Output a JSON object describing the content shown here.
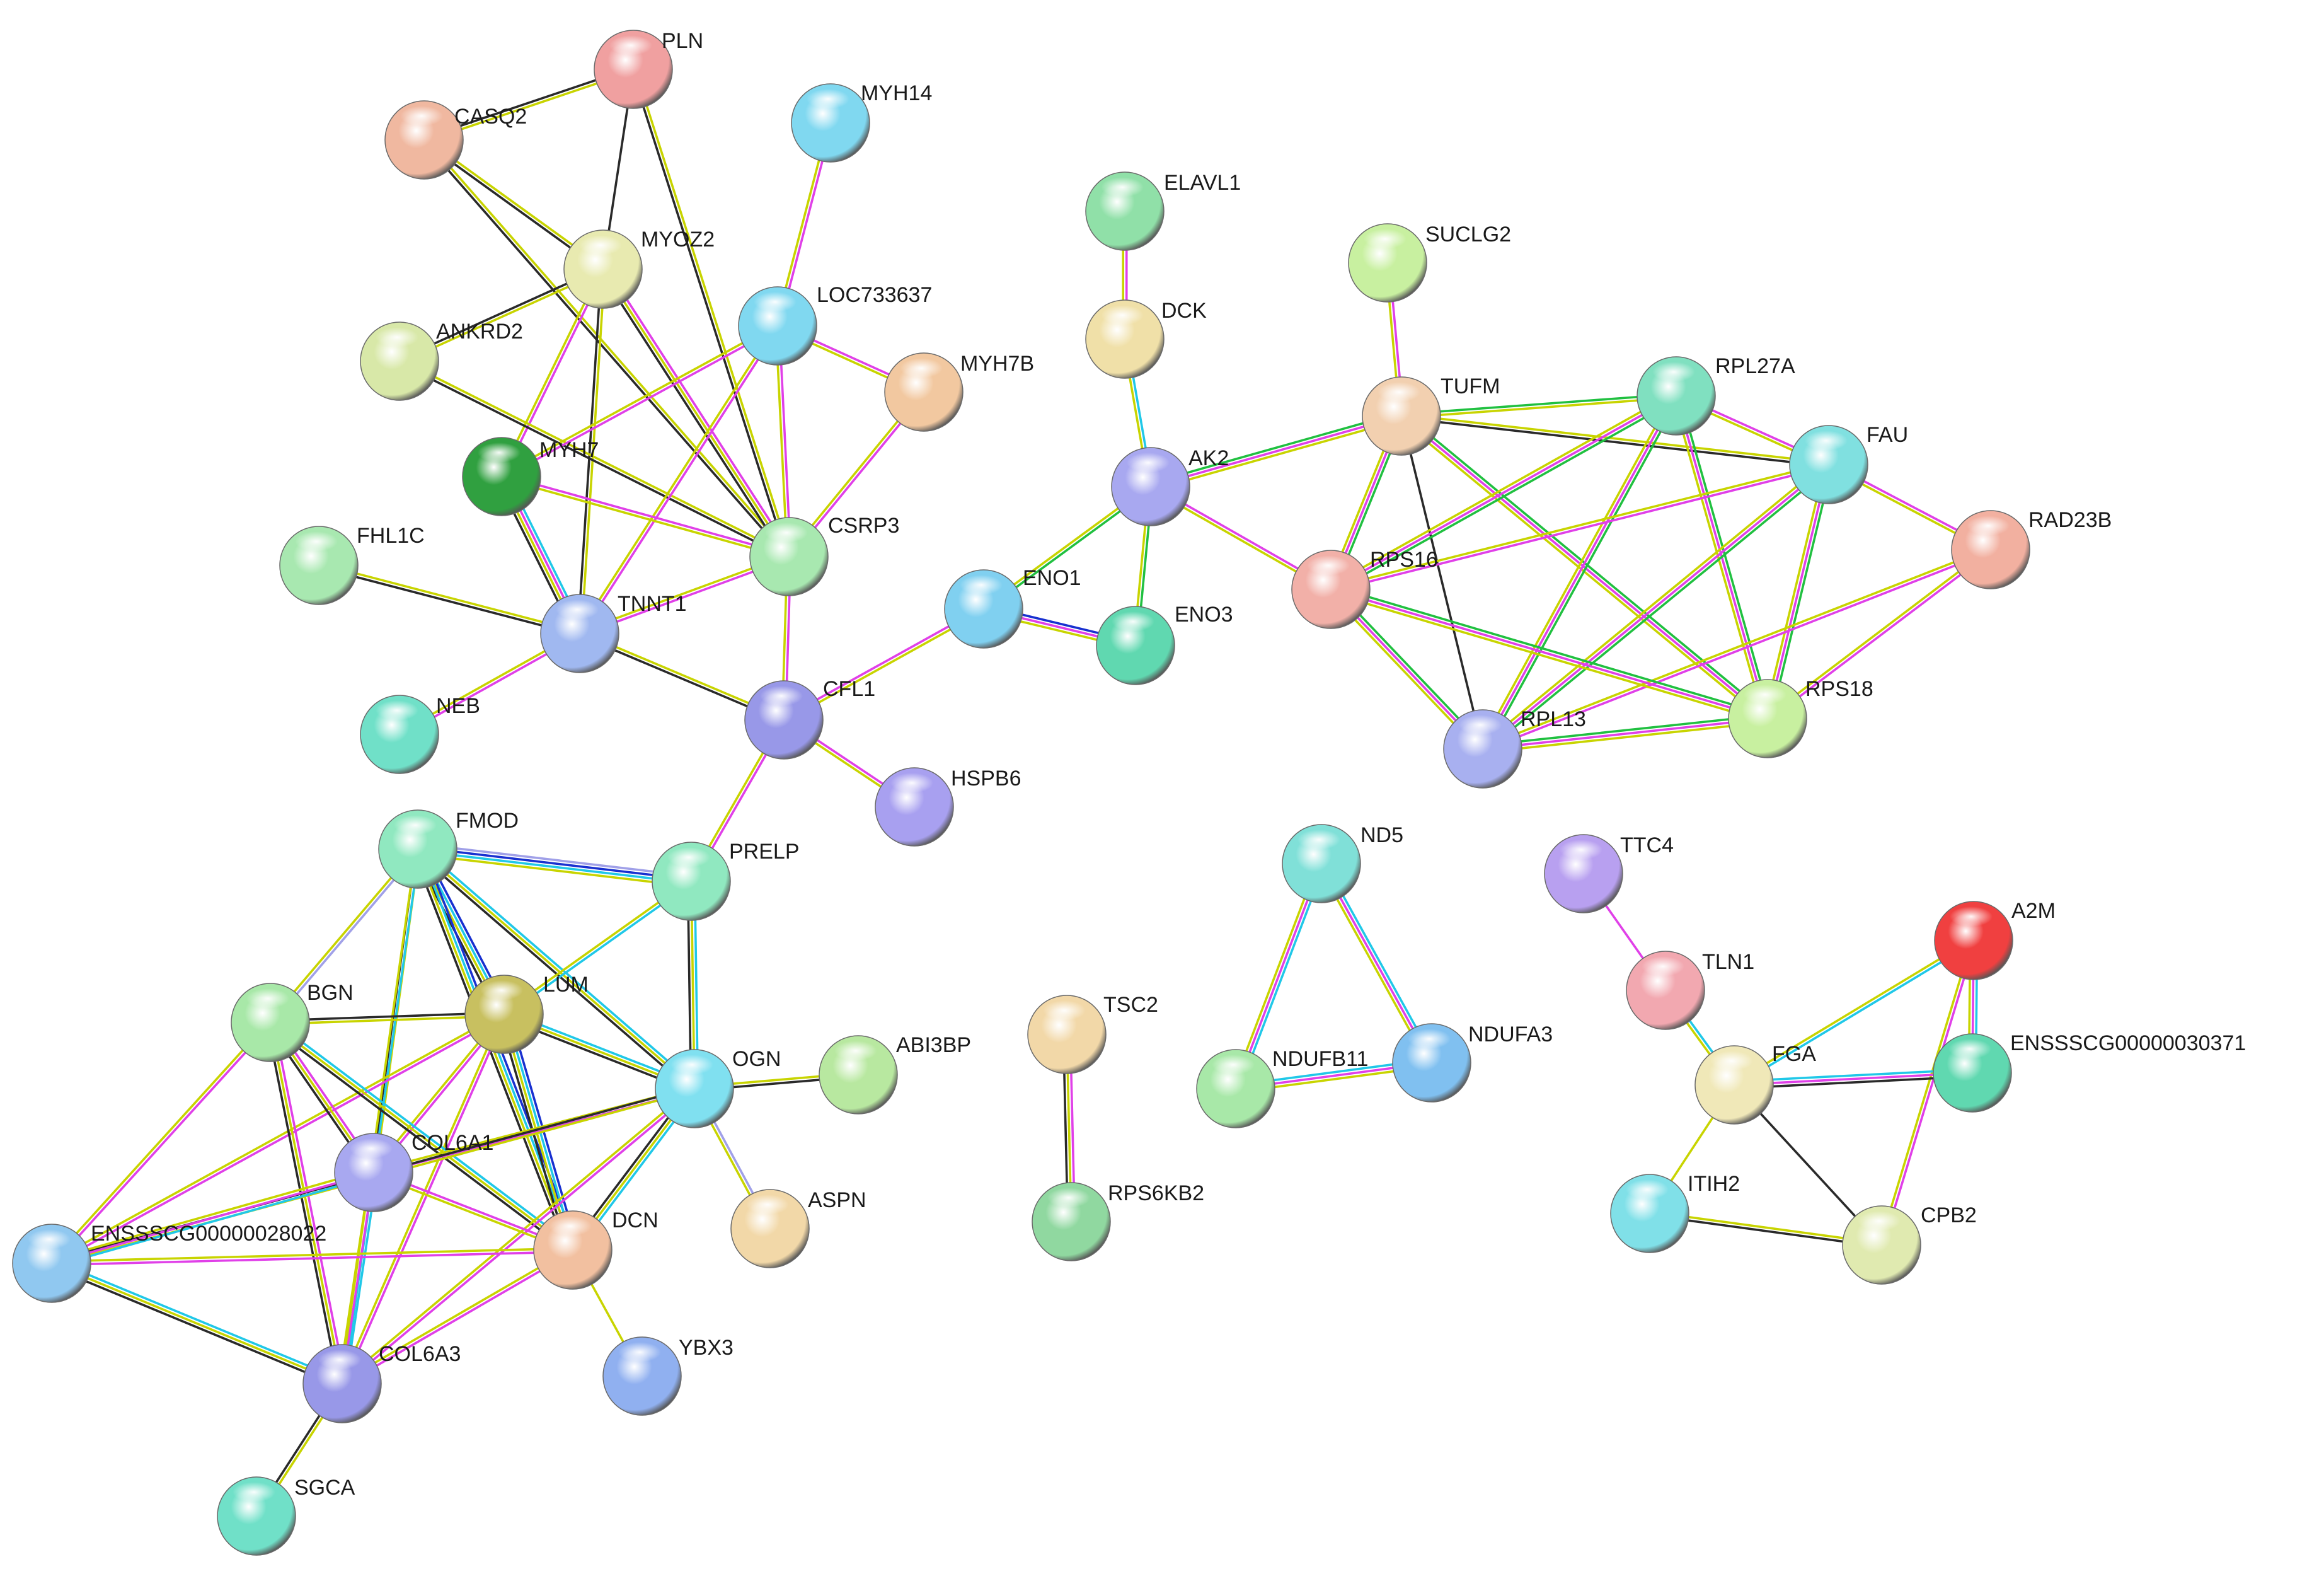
{
  "nodes": [
    {
      "id": "PLN",
      "label": "PLN",
      "color": "#f0a0a0"
    },
    {
      "id": "CASQ2",
      "label": "CASQ2",
      "color": "#f0b8a0"
    },
    {
      "id": "MYH14",
      "label": "MYH14",
      "color": "#80d8f0"
    },
    {
      "id": "MYOZ2",
      "label": "MYOZ2",
      "color": "#e8eab0"
    },
    {
      "id": "ANKRD2",
      "label": "ANKRD2",
      "color": "#d8e8a8"
    },
    {
      "id": "LOC733637",
      "label": "LOC733637",
      "color": "#80d8f0"
    },
    {
      "id": "MYH7B",
      "label": "MYH7B",
      "color": "#f2c8a0"
    },
    {
      "id": "MYH7",
      "label": "MYH7",
      "color": "#30a040"
    },
    {
      "id": "CSRP3",
      "label": "CSRP3",
      "color": "#a8e8b0"
    },
    {
      "id": "FHL1C",
      "label": "FHL1C",
      "color": "#a8e8b0"
    },
    {
      "id": "TNNT1",
      "label": "TNNT1",
      "color": "#a0b8f0"
    },
    {
      "id": "NEB",
      "label": "NEB",
      "color": "#70e0c8"
    },
    {
      "id": "CFL1",
      "label": "CFL1",
      "color": "#9898e8"
    },
    {
      "id": "HSPB6",
      "label": "HSPB6",
      "color": "#a8a0f0"
    },
    {
      "id": "ELAVL1",
      "label": "ELAVL1",
      "color": "#90e0a8"
    },
    {
      "id": "DCK",
      "label": "DCK",
      "color": "#f0e0a8"
    },
    {
      "id": "AK2",
      "label": "AK2",
      "color": "#a8a8f0"
    },
    {
      "id": "ENO1",
      "label": "ENO1",
      "color": "#80d0f0"
    },
    {
      "id": "ENO3",
      "label": "ENO3",
      "color": "#60d8b0"
    },
    {
      "id": "SUCLG2",
      "label": "SUCLG2",
      "color": "#c8f0a0"
    },
    {
      "id": "TUFM",
      "label": "TUFM",
      "color": "#f2d0b0"
    },
    {
      "id": "RPL27A",
      "label": "RPL27A",
      "color": "#80e0c0"
    },
    {
      "id": "FAU",
      "label": "FAU",
      "color": "#80e0e0"
    },
    {
      "id": "RAD23B",
      "label": "RAD23B",
      "color": "#f2b0a0"
    },
    {
      "id": "RPS16",
      "label": "RPS16",
      "color": "#f2b0a8"
    },
    {
      "id": "RPL13",
      "label": "RPL13",
      "color": "#a8b0f0"
    },
    {
      "id": "RPS18",
      "label": "RPS18",
      "color": "#c8f0a0"
    },
    {
      "id": "FMOD",
      "label": "FMOD",
      "color": "#90e8c0"
    },
    {
      "id": "PRELP",
      "label": "PRELP",
      "color": "#90e8c0"
    },
    {
      "id": "LUM",
      "label": "LUM",
      "color": "#c8c060"
    },
    {
      "id": "BGN",
      "label": "BGN",
      "color": "#a8e8a8"
    },
    {
      "id": "OGN",
      "label": "OGN",
      "color": "#80e0f0"
    },
    {
      "id": "ABI3BP",
      "label": "ABI3BP",
      "color": "#b8e8a0"
    },
    {
      "id": "COL6A1",
      "label": "COL6A1",
      "color": "#a8a8f0"
    },
    {
      "id": "DCN",
      "label": "DCN",
      "color": "#f2c0a0"
    },
    {
      "id": "ASPN",
      "label": "ASPN",
      "color": "#f2d8a8"
    },
    {
      "id": "ENSSSCG00000028022",
      "label": "ENSSSCG00000028022",
      "color": "#90c8f0"
    },
    {
      "id": "COL6A3",
      "label": "COL6A3",
      "color": "#9898e8"
    },
    {
      "id": "YBX3",
      "label": "YBX3",
      "color": "#90b0f0"
    },
    {
      "id": "SGCA",
      "label": "SGCA",
      "color": "#70e0c8"
    },
    {
      "id": "TSC2",
      "label": "TSC2",
      "color": "#f2d8a8"
    },
    {
      "id": "RPS6KB2",
      "label": "RPS6KB2",
      "color": "#90d8a0"
    },
    {
      "id": "ND5",
      "label": "ND5",
      "color": "#80e0d8"
    },
    {
      "id": "NDUFB11",
      "label": "NDUFB11",
      "color": "#a8e8a8"
    },
    {
      "id": "NDUFA3",
      "label": "NDUFA3",
      "color": "#80c0f0"
    },
    {
      "id": "TTC4",
      "label": "TTC4",
      "color": "#b8a0f0"
    },
    {
      "id": "TLN1",
      "label": "TLN1",
      "color": "#f2a8b0"
    },
    {
      "id": "A2M",
      "label": "A2M",
      "color": "#f04040"
    },
    {
      "id": "FGA",
      "label": "FGA",
      "color": "#f0e8b8"
    },
    {
      "id": "ENSSSCG00000030371",
      "label": "ENSSSCG00000030371",
      "color": "#60d8b0"
    },
    {
      "id": "ITIH2",
      "label": "ITIH2",
      "color": "#80e0e8"
    },
    {
      "id": "CPB2",
      "label": "CPB2",
      "color": "#e0eab0"
    }
  ],
  "edge_colors": {
    "yellow": "#c8d400",
    "magenta": "#e040e8",
    "black": "#2a2a2a",
    "cyan": "#20c8e8",
    "blue": "#1830d0",
    "green": "#20c040",
    "lavender": "#a0a0e8"
  },
  "edges": [
    {
      "s": "PLN",
      "t": "CASQ2",
      "c": [
        "yellow",
        "black"
      ]
    },
    {
      "s": "PLN",
      "t": "MYOZ2",
      "c": [
        "black"
      ]
    },
    {
      "s": "PLN",
      "t": "CSRP3",
      "c": [
        "yellow",
        "black"
      ]
    },
    {
      "s": "CASQ2",
      "t": "MYOZ2",
      "c": [
        "yellow",
        "black"
      ]
    },
    {
      "s": "CASQ2",
      "t": "CSRP3",
      "c": [
        "yellow",
        "black"
      ]
    },
    {
      "s": "MYH14",
      "t": "LOC733637",
      "c": [
        "magenta",
        "yellow"
      ]
    },
    {
      "s": "MYOZ2",
      "t": "ANKRD2",
      "c": [
        "yellow",
        "black"
      ]
    },
    {
      "s": "MYOZ2",
      "t": "CSRP3",
      "c": [
        "magenta",
        "yellow",
        "black"
      ]
    },
    {
      "s": "MYOZ2",
      "t": "MYH7",
      "c": [
        "magenta",
        "yellow"
      ]
    },
    {
      "s": "MYOZ2",
      "t": "TNNT1",
      "c": [
        "yellow",
        "black"
      ]
    },
    {
      "s": "ANKRD2",
      "t": "CSRP3",
      "c": [
        "yellow",
        "black"
      ]
    },
    {
      "s": "LOC733637",
      "t": "MYH7B",
      "c": [
        "magenta",
        "yellow"
      ]
    },
    {
      "s": "LOC733637",
      "t": "MYH7",
      "c": [
        "magenta",
        "yellow"
      ]
    },
    {
      "s": "LOC733637",
      "t": "CSRP3",
      "c": [
        "magenta",
        "yellow"
      ]
    },
    {
      "s": "LOC733637",
      "t": "TNNT1",
      "c": [
        "magenta",
        "yellow"
      ]
    },
    {
      "s": "MYH7B",
      "t": "CSRP3",
      "c": [
        "magenta",
        "yellow"
      ]
    },
    {
      "s": "MYH7",
      "t": "CSRP3",
      "c": [
        "magenta",
        "yellow"
      ]
    },
    {
      "s": "MYH7",
      "t": "TNNT1",
      "c": [
        "cyan",
        "magenta",
        "yellow",
        "black"
      ]
    },
    {
      "s": "CSRP3",
      "t": "TNNT1",
      "c": [
        "magenta",
        "yellow"
      ]
    },
    {
      "s": "CSRP3",
      "t": "CFL1",
      "c": [
        "magenta",
        "yellow"
      ]
    },
    {
      "s": "FHL1C",
      "t": "TNNT1",
      "c": [
        "yellow",
        "black"
      ]
    },
    {
      "s": "TNNT1",
      "t": "NEB",
      "c": [
        "magenta",
        "yellow"
      ]
    },
    {
      "s": "TNNT1",
      "t": "CFL1",
      "c": [
        "yellow",
        "black"
      ]
    },
    {
      "s": "CFL1",
      "t": "HSPB6",
      "c": [
        "magenta",
        "yellow"
      ]
    },
    {
      "s": "CFL1",
      "t": "ENO1",
      "c": [
        "magenta",
        "yellow"
      ]
    },
    {
      "s": "CFL1",
      "t": "PRELP",
      "c": [
        "magenta",
        "yellow"
      ]
    },
    {
      "s": "ELAVL1",
      "t": "DCK",
      "c": [
        "magenta",
        "yellow"
      ]
    },
    {
      "s": "DCK",
      "t": "AK2",
      "c": [
        "cyan",
        "yellow"
      ]
    },
    {
      "s": "AK2",
      "t": "ENO1",
      "c": [
        "green",
        "yellow"
      ]
    },
    {
      "s": "AK2",
      "t": "ENO3",
      "c": [
        "green",
        "yellow"
      ]
    },
    {
      "s": "AK2",
      "t": "TUFM",
      "c": [
        "green",
        "magenta",
        "yellow"
      ]
    },
    {
      "s": "AK2",
      "t": "RPS16",
      "c": [
        "magenta",
        "yellow"
      ]
    },
    {
      "s": "ENO1",
      "t": "ENO3",
      "c": [
        "blue",
        "magenta",
        "yellow"
      ]
    },
    {
      "s": "SUCLG2",
      "t": "TUFM",
      "c": [
        "magenta",
        "yellow"
      ]
    },
    {
      "s": "TUFM",
      "t": "RPL27A",
      "c": [
        "green",
        "yellow"
      ]
    },
    {
      "s": "TUFM",
      "t": "FAU",
      "c": [
        "yellow",
        "black"
      ]
    },
    {
      "s": "TUFM",
      "t": "RPS16",
      "c": [
        "green",
        "magenta",
        "yellow"
      ]
    },
    {
      "s": "TUFM",
      "t": "RPL13",
      "c": [
        "black"
      ]
    },
    {
      "s": "TUFM",
      "t": "RPS18",
      "c": [
        "green",
        "magenta",
        "yellow"
      ]
    },
    {
      "s": "RPL27A",
      "t": "FAU",
      "c": [
        "magenta",
        "yellow"
      ]
    },
    {
      "s": "RPL27A",
      "t": "RPS16",
      "c": [
        "green",
        "magenta",
        "yellow"
      ]
    },
    {
      "s": "RPL27A",
      "t": "RPL13",
      "c": [
        "green",
        "magenta",
        "yellow"
      ]
    },
    {
      "s": "RPL27A",
      "t": "RPS18",
      "c": [
        "green",
        "magenta",
        "yellow"
      ]
    },
    {
      "s": "FAU",
      "t": "RAD23B",
      "c": [
        "magenta",
        "yellow"
      ]
    },
    {
      "s": "FAU",
      "t": "RPS16",
      "c": [
        "magenta",
        "yellow"
      ]
    },
    {
      "s": "FAU",
      "t": "RPL13",
      "c": [
        "green",
        "magenta",
        "yellow"
      ]
    },
    {
      "s": "FAU",
      "t": "RPS18",
      "c": [
        "green",
        "magenta",
        "yellow"
      ]
    },
    {
      "s": "RAD23B",
      "t": "RPS18",
      "c": [
        "magenta",
        "yellow"
      ]
    },
    {
      "s": "RAD23B",
      "t": "RPL13",
      "c": [
        "magenta",
        "yellow"
      ]
    },
    {
      "s": "RPS16",
      "t": "RPL13",
      "c": [
        "green",
        "magenta",
        "yellow"
      ]
    },
    {
      "s": "RPS16",
      "t": "RPS18",
      "c": [
        "green",
        "magenta",
        "yellow"
      ]
    },
    {
      "s": "RPL13",
      "t": "RPS18",
      "c": [
        "green",
        "magenta",
        "yellow"
      ]
    },
    {
      "s": "FMOD",
      "t": "PRELP",
      "c": [
        "lavender",
        "blue",
        "cyan",
        "yellow"
      ]
    },
    {
      "s": "FMOD",
      "t": "LUM",
      "c": [
        "blue",
        "cyan",
        "yellow",
        "black"
      ]
    },
    {
      "s": "FMOD",
      "t": "BGN",
      "c": [
        "lavender",
        "yellow"
      ]
    },
    {
      "s": "FMOD",
      "t": "OGN",
      "c": [
        "cyan",
        "yellow",
        "black"
      ]
    },
    {
      "s": "FMOD",
      "t": "COL6A1",
      "c": [
        "yellow",
        "black"
      ]
    },
    {
      "s": "FMOD",
      "t": "DCN",
      "c": [
        "blue",
        "cyan",
        "yellow",
        "black"
      ]
    },
    {
      "s": "FMOD",
      "t": "COL6A3",
      "c": [
        "cyan",
        "yellow"
      ]
    },
    {
      "s": "PRELP",
      "t": "LUM",
      "c": [
        "cyan",
        "yellow"
      ]
    },
    {
      "s": "PRELP",
      "t": "OGN",
      "c": [
        "cyan",
        "yellow",
        "black"
      ]
    },
    {
      "s": "LUM",
      "t": "BGN",
      "c": [
        "yellow",
        "black"
      ]
    },
    {
      "s": "LUM",
      "t": "OGN",
      "c": [
        "cyan",
        "yellow",
        "black"
      ]
    },
    {
      "s": "LUM",
      "t": "COL6A1",
      "c": [
        "magenta",
        "yellow"
      ]
    },
    {
      "s": "LUM",
      "t": "DCN",
      "c": [
        "blue",
        "cyan",
        "yellow",
        "black"
      ]
    },
    {
      "s": "LUM",
      "t": "ENSSSCG00000028022",
      "c": [
        "magenta",
        "yellow"
      ]
    },
    {
      "s": "LUM",
      "t": "COL6A3",
      "c": [
        "magenta",
        "yellow"
      ]
    },
    {
      "s": "BGN",
      "t": "COL6A1",
      "c": [
        "magenta",
        "yellow",
        "black"
      ]
    },
    {
      "s": "BGN",
      "t": "DCN",
      "c": [
        "cyan",
        "yellow",
        "black"
      ]
    },
    {
      "s": "BGN",
      "t": "ENSSSCG00000028022",
      "c": [
        "magenta",
        "yellow"
      ]
    },
    {
      "s": "BGN",
      "t": "COL6A3",
      "c": [
        "magenta",
        "yellow",
        "black"
      ]
    },
    {
      "s": "OGN",
      "t": "ABI3BP",
      "c": [
        "yellow",
        "black"
      ]
    },
    {
      "s": "OGN",
      "t": "ASPN",
      "c": [
        "lavender",
        "yellow"
      ]
    },
    {
      "s": "OGN",
      "t": "DCN",
      "c": [
        "cyan",
        "yellow",
        "black"
      ]
    },
    {
      "s": "OGN",
      "t": "COL6A1",
      "c": [
        "magenta",
        "yellow"
      ]
    },
    {
      "s": "OGN",
      "t": "ENSSSCG00000028022",
      "c": [
        "yellow",
        "black"
      ]
    },
    {
      "s": "OGN",
      "t": "COL6A3",
      "c": [
        "magenta",
        "yellow"
      ]
    },
    {
      "s": "COL6A1",
      "t": "DCN",
      "c": [
        "magenta",
        "yellow"
      ]
    },
    {
      "s": "COL6A1",
      "t": "ENSSSCG00000028022",
      "c": [
        "cyan",
        "magenta",
        "yellow"
      ]
    },
    {
      "s": "COL6A1",
      "t": "COL6A3",
      "c": [
        "cyan",
        "magenta",
        "yellow"
      ]
    },
    {
      "s": "DCN",
      "t": "ENSSSCG00000028022",
      "c": [
        "magenta",
        "yellow"
      ]
    },
    {
      "s": "DCN",
      "t": "COL6A3",
      "c": [
        "magenta",
        "yellow"
      ]
    },
    {
      "s": "DCN",
      "t": "YBX3",
      "c": [
        "yellow"
      ]
    },
    {
      "s": "ENSSSCG00000028022",
      "t": "COL6A3",
      "c": [
        "cyan",
        "yellow",
        "black"
      ]
    },
    {
      "s": "COL6A3",
      "t": "SGCA",
      "c": [
        "yellow",
        "black"
      ]
    },
    {
      "s": "TSC2",
      "t": "RPS6KB2",
      "c": [
        "magenta",
        "yellow",
        "black"
      ]
    },
    {
      "s": "ND5",
      "t": "NDUFB11",
      "c": [
        "cyan",
        "magenta",
        "yellow"
      ]
    },
    {
      "s": "ND5",
      "t": "NDUFA3",
      "c": [
        "cyan",
        "magenta",
        "yellow"
      ]
    },
    {
      "s": "NDUFB11",
      "t": "NDUFA3",
      "c": [
        "cyan",
        "magenta",
        "yellow"
      ]
    },
    {
      "s": "TTC4",
      "t": "TLN1",
      "c": [
        "magenta"
      ]
    },
    {
      "s": "TLN1",
      "t": "FGA",
      "c": [
        "cyan",
        "yellow"
      ]
    },
    {
      "s": "A2M",
      "t": "FGA",
      "c": [
        "cyan",
        "yellow"
      ]
    },
    {
      "s": "A2M",
      "t": "ENSSSCG00000030371",
      "c": [
        "cyan",
        "magenta",
        "yellow"
      ]
    },
    {
      "s": "A2M",
      "t": "CPB2",
      "c": [
        "magenta",
        "yellow"
      ]
    },
    {
      "s": "FGA",
      "t": "ENSSSCG00000030371",
      "c": [
        "cyan",
        "magenta",
        "black"
      ]
    },
    {
      "s": "FGA",
      "t": "ITIH2",
      "c": [
        "yellow"
      ]
    },
    {
      "s": "FGA",
      "t": "CPB2",
      "c": [
        "black"
      ]
    },
    {
      "s": "ITIH2",
      "t": "CPB2",
      "c": [
        "yellow",
        "black"
      ]
    }
  ]
}
